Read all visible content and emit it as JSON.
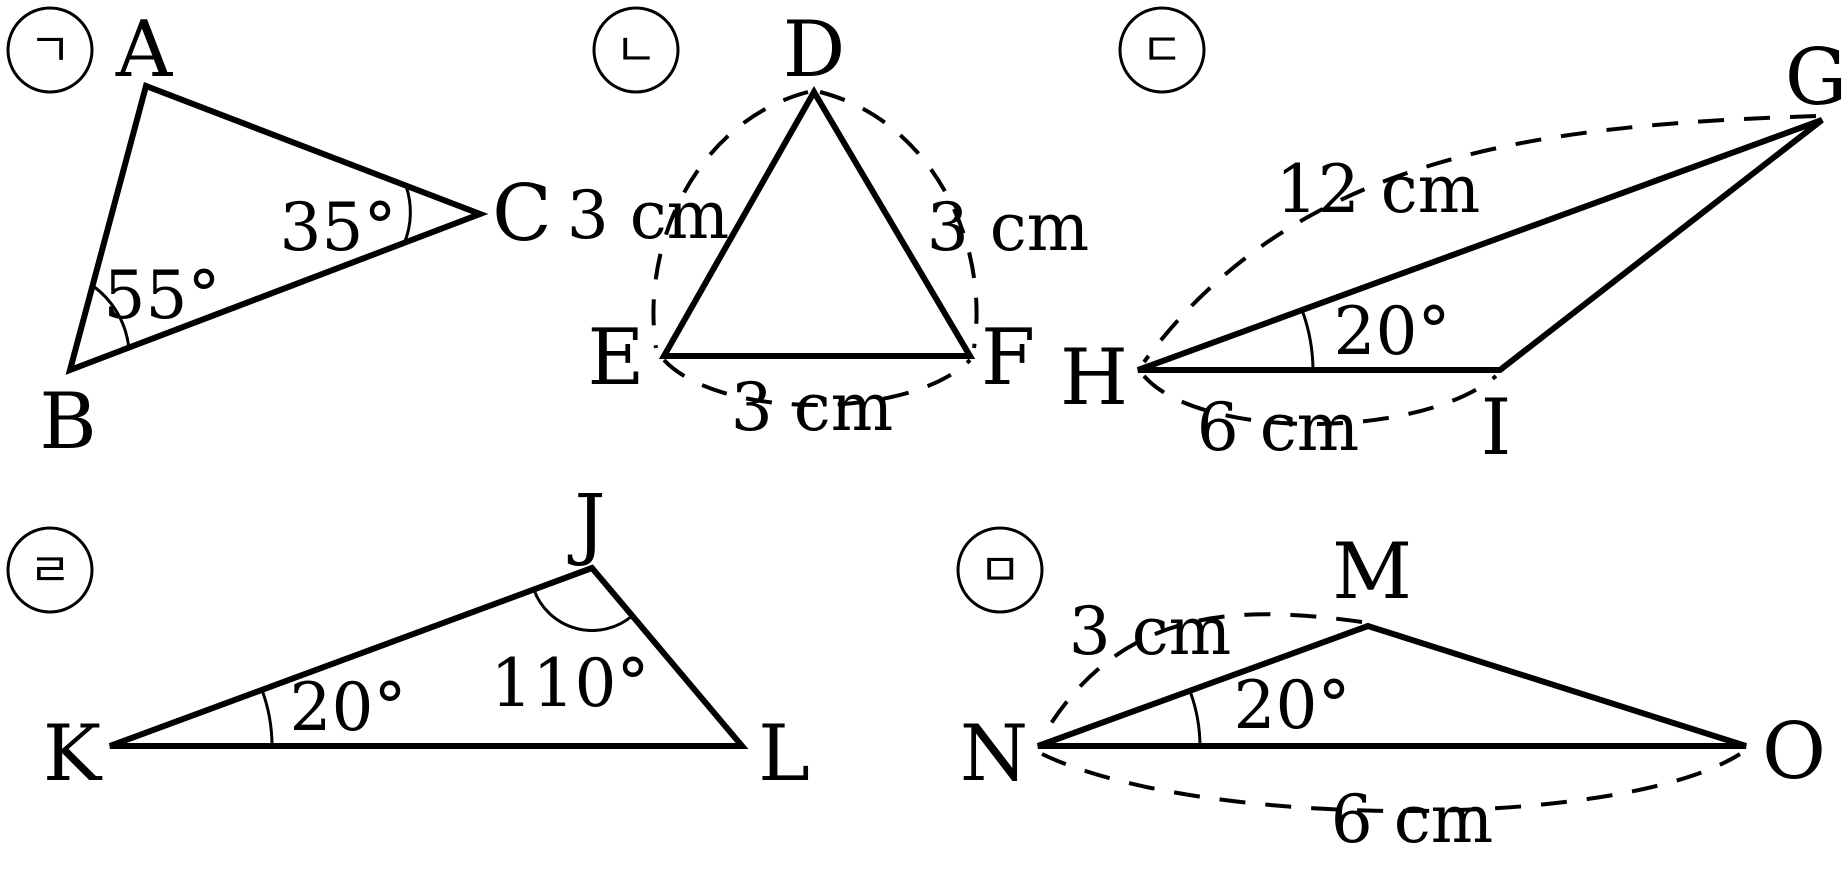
{
  "figures": [
    {
      "marker": "ㄱ",
      "vertices": [
        "A",
        "B",
        "C"
      ],
      "angles": [
        "55°",
        "35°"
      ]
    },
    {
      "marker": "ㄴ",
      "vertices": [
        "D",
        "E",
        "F"
      ],
      "lengths": [
        "3 cm",
        "3 cm",
        "3 cm"
      ]
    },
    {
      "marker": "ㄷ",
      "vertices": [
        "G",
        "H",
        "I"
      ],
      "lengths": [
        "12 cm",
        "6 cm"
      ],
      "angles": [
        "20°"
      ]
    },
    {
      "marker": "ㄹ",
      "vertices": [
        "J",
        "K",
        "L"
      ],
      "angles": [
        "20°",
        "110°"
      ]
    },
    {
      "marker": "ㅁ",
      "vertices": [
        "M",
        "N",
        "O"
      ],
      "lengths": [
        "3 cm",
        "6 cm"
      ],
      "angles": [
        "20°"
      ]
    }
  ]
}
